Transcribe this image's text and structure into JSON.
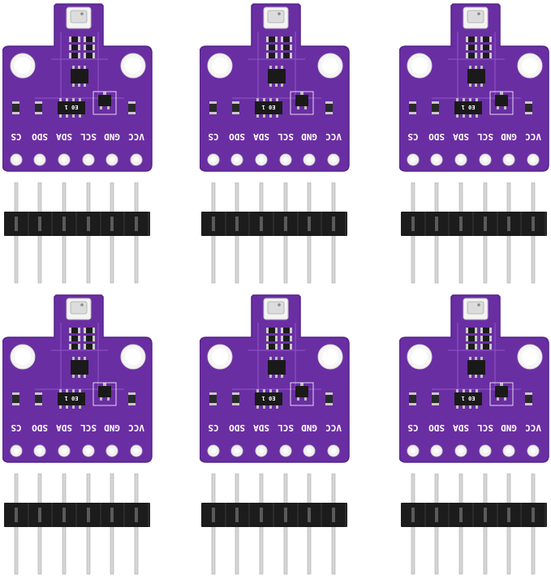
{
  "colors": {
    "pcb": "#6a2ea3",
    "pcb_edge": "#54228a",
    "silk": "#ffffff",
    "pad": "#f2f2f2",
    "chip": "#1a1a1a",
    "header_plastic": "#1c1c1c",
    "pin_metal": "#d6d6d6"
  },
  "modules": [
    {
      "pins": [
        "CS",
        "SDO",
        "SDA",
        "SCL",
        "GND",
        "VCC"
      ],
      "chip_marking": "E0 1"
    },
    {
      "pins": [
        "CS",
        "SDO",
        "SDA",
        "SCL",
        "GND",
        "VCC"
      ],
      "chip_marking": "E0 1"
    },
    {
      "pins": [
        "CS",
        "SDO",
        "SDA",
        "SCL",
        "GND",
        "VCC"
      ],
      "chip_marking": "E0 1"
    },
    {
      "pins": [
        "CS",
        "SDO",
        "SDA",
        "SCL",
        "GND",
        "VCC"
      ],
      "chip_marking": "E0 1"
    },
    {
      "pins": [
        "CS",
        "SDO",
        "SDA",
        "SCL",
        "GND",
        "VCC"
      ],
      "chip_marking": "E0 1"
    },
    {
      "pins": [
        "CS",
        "SDO",
        "SDA",
        "SCL",
        "GND",
        "VCC"
      ],
      "chip_marking": "E0 1"
    }
  ],
  "icons": {
    "sensor": "pressure-sensor-icon",
    "header": "pin-header-icon"
  }
}
